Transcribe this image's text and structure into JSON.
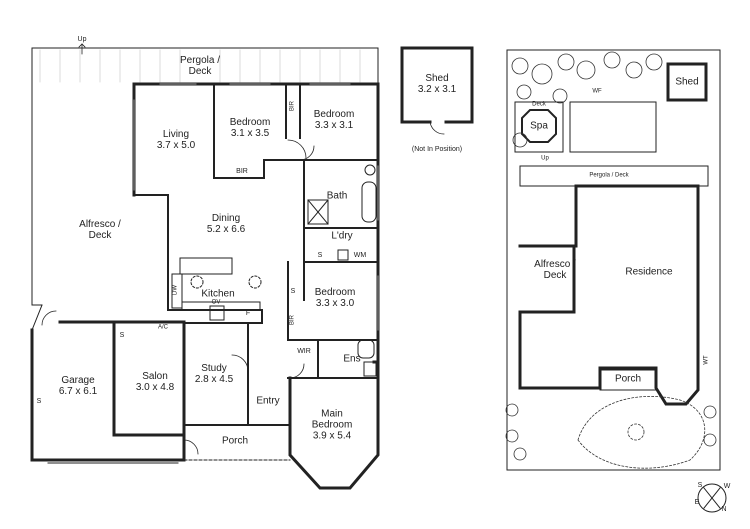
{
  "main_plan": {
    "pergola": {
      "name": "Pergola /",
      "name2": "Deck"
    },
    "up": "Up",
    "living": {
      "name": "Living",
      "size": "3.7 x 5.0"
    },
    "bedroom_a": {
      "name": "Bedroom",
      "size": "3.1 x 3.5"
    },
    "bedroom_b": {
      "name": "Bedroom",
      "size": "3.3 x 3.1"
    },
    "bedroom_c": {
      "name": "Bedroom",
      "size": "3.3 x 3.0"
    },
    "main_bedroom": {
      "name": "Main",
      "name2": "Bedroom",
      "size": "3.9 x 5.4"
    },
    "dining": {
      "name": "Dining",
      "size": "5.2 x 6.6"
    },
    "kitchen": {
      "name": "Kitchen"
    },
    "alfresco": {
      "name": "Alfresco /",
      "name2": "Deck"
    },
    "garage": {
      "name": "Garage",
      "size": "6.7 x 6.1"
    },
    "salon": {
      "name": "Salon",
      "size": "3.0 x 4.8"
    },
    "study": {
      "name": "Study",
      "size": "2.8 x 4.5"
    },
    "entry": {
      "name": "Entry"
    },
    "porch": {
      "name": "Porch"
    },
    "bath": {
      "name": "Bath"
    },
    "laundry": {
      "name": "L'dry"
    },
    "ens": {
      "name": "Ens"
    },
    "wir": "WIR",
    "bir": "BIR",
    "s": "S",
    "wm": "WM",
    "dw": "DW",
    "ov": "OV",
    "f": "F",
    "ac": "A/C"
  },
  "shed": {
    "name": "Shed",
    "size": "3.2 x 3.1",
    "note": "(Not In Position)"
  },
  "site_plan": {
    "shed": "Shed",
    "spa": "Spa",
    "deck": "Deck",
    "wf": "WF",
    "up": "Up",
    "pergola": "Pergola / Deck",
    "alfresco": {
      "name": "Alfresco /",
      "name2": "Deck"
    },
    "residence": "Residence",
    "porch": "Porch",
    "wt": "WT"
  },
  "compass": {
    "s": "S",
    "e": "E",
    "w": "W",
    "n": "N"
  }
}
